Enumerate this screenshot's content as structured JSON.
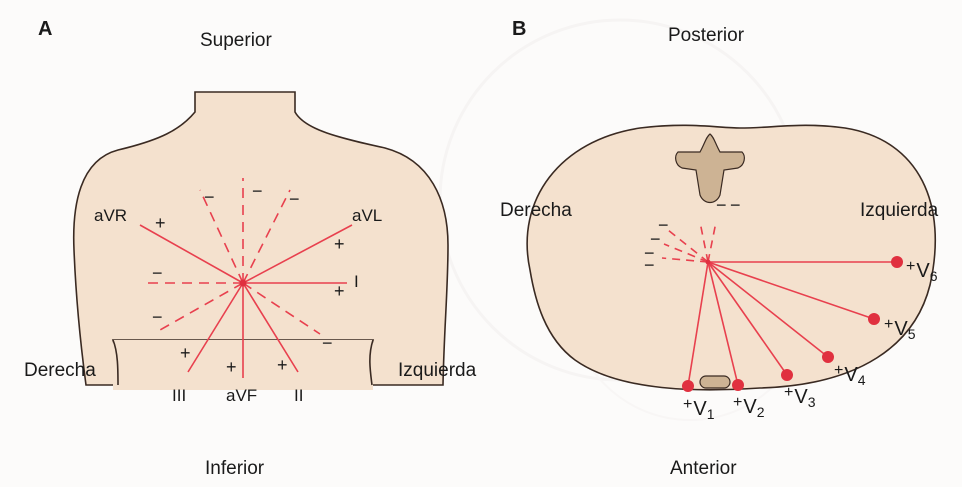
{
  "panel_a": {
    "letter": "A",
    "top": "Superior",
    "bottom": "Inferior",
    "left": "Derecha",
    "right": "Izquierda",
    "leads": {
      "avr": "aVR",
      "avl": "aVL",
      "i": "I",
      "ii": "II",
      "iii": "III",
      "avf": "aVF"
    },
    "plus": "+",
    "minus": "−"
  },
  "panel_b": {
    "letter": "B",
    "top": "Posterior",
    "bottom": "Anterior",
    "left": "Derecha",
    "right": "Izquierda",
    "lead_prefix": "V",
    "leads": [
      "1",
      "2",
      "3",
      "4",
      "5",
      "6"
    ],
    "plus": "+",
    "minus": "−"
  },
  "colors": {
    "lead_line": "#e8404e",
    "electrode": "#e0303f",
    "torso_fill": "#f4e1ce",
    "torso_stroke": "#3a2a22",
    "spine_fill": "#cdb394"
  }
}
